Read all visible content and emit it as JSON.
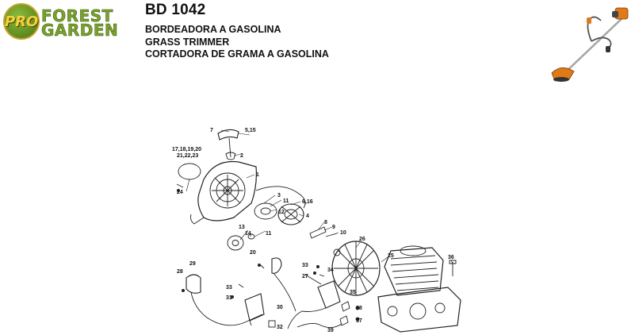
{
  "logo": {
    "badge_top": "",
    "badge_text": "PRO",
    "badge_bottom": "",
    "line1": "FOREST",
    "line2": "GARDEN"
  },
  "header": {
    "model": "BD 1042",
    "lines": [
      "BORDEADORA A GASOLINA",
      "GRASS TRIMMER",
      "CORTADORA DE GRAMA A GASOLINA"
    ]
  },
  "diagram": {
    "labels": {
      "p7": "7",
      "p515": "5,15",
      "p17": "17,18,19,20",
      "p21": "21,22,23",
      "p2": "2",
      "p1": "1",
      "p24": "24",
      "p3": "3",
      "p11a": "11",
      "p616": "6,16",
      "p12": "12",
      "p4": "4",
      "p13": "13",
      "p14": "14",
      "p11b": "11",
      "p8": "8",
      "p9": "9",
      "p10": "10",
      "p26": "26",
      "p25": "25",
      "p36": "36",
      "p29": "29",
      "p28": "28",
      "p20": "20",
      "p33a": "33",
      "p34": "34",
      "p27": "27",
      "p33b": "33",
      "p31": "31",
      "p35": "35",
      "p30": "30",
      "p38": "38",
      "p37": "37",
      "p32": "32",
      "p39": "39"
    }
  },
  "colors": {
    "logo_green": "#7aa22a",
    "logo_gold": "#f4d23a",
    "line_art": "#222222"
  }
}
